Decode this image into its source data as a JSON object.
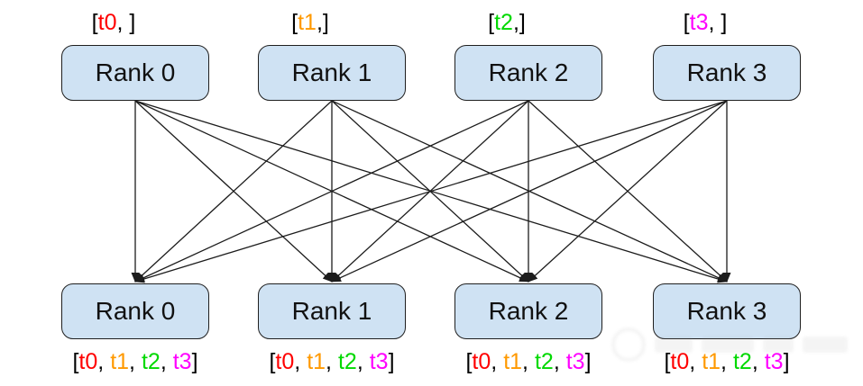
{
  "palette": {
    "t0": "#ff0000",
    "t1": "#ff9900",
    "t2": "#00d900",
    "t3": "#ff00ff",
    "box_fill": "#cfe2f3",
    "box_border": "#1f1f1f",
    "edge_line": "#1c1c1c",
    "text": "#000000"
  },
  "rows": {
    "top": [
      {
        "label": "Rank 0",
        "tag": [
          {
            "text": "[",
            "color": "#000000"
          },
          {
            "text": "t0",
            "color": "#ff0000"
          },
          {
            "text": ", ]",
            "color": "#000000"
          }
        ]
      },
      {
        "label": "Rank 1",
        "tag": [
          {
            "text": "[",
            "color": "#000000"
          },
          {
            "text": "t1",
            "color": "#ff9900"
          },
          {
            "text": ",]",
            "color": "#000000"
          }
        ]
      },
      {
        "label": "Rank 2",
        "tag": [
          {
            "text": "[",
            "color": "#000000"
          },
          {
            "text": "t2",
            "color": "#00d900"
          },
          {
            "text": ",]",
            "color": "#000000"
          }
        ]
      },
      {
        "label": "Rank 3",
        "tag": [
          {
            "text": "[",
            "color": "#000000"
          },
          {
            "text": "t3",
            "color": "#ff00ff"
          },
          {
            "text": ", ]",
            "color": "#000000"
          }
        ]
      }
    ],
    "bottom": [
      {
        "label": "Rank 0",
        "tag": [
          {
            "text": "[",
            "color": "#000000"
          },
          {
            "text": "t0",
            "color": "#ff0000"
          },
          {
            "text": ", ",
            "color": "#000000"
          },
          {
            "text": "t1",
            "color": "#ff9900"
          },
          {
            "text": ", ",
            "color": "#000000"
          },
          {
            "text": "t2",
            "color": "#00d900"
          },
          {
            "text": ", ",
            "color": "#000000"
          },
          {
            "text": "t3",
            "color": "#ff00ff"
          },
          {
            "text": "]",
            "color": "#000000"
          }
        ]
      },
      {
        "label": "Rank 1",
        "tag": [
          {
            "text": "[",
            "color": "#000000"
          },
          {
            "text": "t0",
            "color": "#ff0000"
          },
          {
            "text": ", ",
            "color": "#000000"
          },
          {
            "text": "t1",
            "color": "#ff9900"
          },
          {
            "text": ", ",
            "color": "#000000"
          },
          {
            "text": "t2",
            "color": "#00d900"
          },
          {
            "text": ", ",
            "color": "#000000"
          },
          {
            "text": "t3",
            "color": "#ff00ff"
          },
          {
            "text": "]",
            "color": "#000000"
          }
        ]
      },
      {
        "label": "Rank 2",
        "tag": [
          {
            "text": "[",
            "color": "#000000"
          },
          {
            "text": "t0",
            "color": "#ff0000"
          },
          {
            "text": ", ",
            "color": "#000000"
          },
          {
            "text": "t1",
            "color": "#ff9900"
          },
          {
            "text": ", ",
            "color": "#000000"
          },
          {
            "text": "t2",
            "color": "#00d900"
          },
          {
            "text": ", ",
            "color": "#000000"
          },
          {
            "text": "t3",
            "color": "#ff00ff"
          },
          {
            "text": "]",
            "color": "#000000"
          }
        ]
      },
      {
        "label": "Rank 3",
        "tag": [
          {
            "text": "[",
            "color": "#000000"
          },
          {
            "text": "t0",
            "color": "#ff0000"
          },
          {
            "text": ", ",
            "color": "#000000"
          },
          {
            "text": "t1",
            "color": "#ff9900"
          },
          {
            "text": ", ",
            "color": "#000000"
          },
          {
            "text": "t2",
            "color": "#00d900"
          },
          {
            "text": ", ",
            "color": "#000000"
          },
          {
            "text": "t3",
            "color": "#ff00ff"
          },
          {
            "text": "]",
            "color": "#000000"
          }
        ]
      }
    ]
  },
  "connections": {
    "type": "all-to-all",
    "pairs": [
      [
        0,
        0
      ],
      [
        0,
        1
      ],
      [
        0,
        2
      ],
      [
        0,
        3
      ],
      [
        1,
        0
      ],
      [
        1,
        1
      ],
      [
        1,
        2
      ],
      [
        1,
        3
      ],
      [
        2,
        0
      ],
      [
        2,
        1
      ],
      [
        2,
        2
      ],
      [
        2,
        3
      ],
      [
        3,
        0
      ],
      [
        3,
        1
      ],
      [
        3,
        2
      ],
      [
        3,
        3
      ]
    ]
  }
}
